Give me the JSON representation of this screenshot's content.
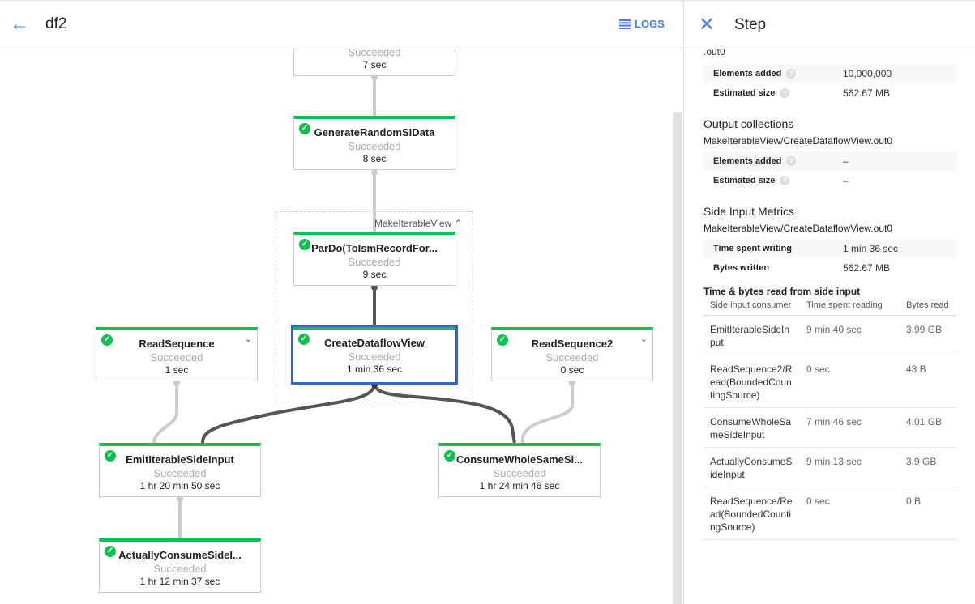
{
  "header": {
    "title": "df2",
    "logs_label": "LOGS",
    "back_icon": "arrow-left-icon",
    "logs_icon": "list-icon"
  },
  "graph": {
    "group_label": "MakeIterableView",
    "nodes": [
      {
        "name": "",
        "status": "Succeeded",
        "duration": "7 sec"
      },
      {
        "name": "GenerateRandomSIData",
        "status": "Succeeded",
        "duration": "8 sec"
      },
      {
        "name": "ParDo(ToIsmRecordFor...",
        "status": "Succeeded",
        "duration": "9 sec"
      },
      {
        "name": "CreateDataflowView",
        "status": "Succeeded",
        "duration": "1 min 36 sec"
      },
      {
        "name": "ReadSequence",
        "status": "Succeeded",
        "duration": "1 sec"
      },
      {
        "name": "ReadSequence2",
        "status": "Succeeded",
        "duration": "0 sec"
      },
      {
        "name": "EmitIterableSideInput",
        "status": "Succeeded",
        "duration": "1 hr 20 min 50 sec"
      },
      {
        "name": "ConsumeWholeSameSi...",
        "status": "Succeeded",
        "duration": "1 hr 24 min 46 sec"
      },
      {
        "name": "ActuallyConsumeSideI...",
        "status": "Succeeded",
        "duration": "1 hr 12 min 37 sec"
      }
    ],
    "colors": {
      "success": "#0cc14d",
      "selected": "#3366cc"
    }
  },
  "panel": {
    "title": "Step",
    "cut_text": ".out0",
    "input_metrics": [
      {
        "k": "Elements added",
        "v": "10,000,000"
      },
      {
        "k": "Estimated size",
        "v": "562.67 MB"
      }
    ],
    "output_title": "Output collections",
    "output_name": "MakeIterableView/CreateDataflowView.out0",
    "output_metrics": [
      {
        "k": "Elements added",
        "v": "–"
      },
      {
        "k": "Estimated size",
        "v": "–"
      }
    ],
    "side_title": "Side Input Metrics",
    "side_name": "MakeIterableView/CreateDataflowView.out0",
    "side_metrics": [
      {
        "k": "Time spent writing",
        "v": "1 min 36 sec"
      },
      {
        "k": "Bytes written",
        "v": "562.67 MB"
      }
    ],
    "read_title": "Time & bytes read from side input",
    "columns": [
      "Side input consumer",
      "Time spent reading",
      "Bytes read"
    ],
    "rows": [
      [
        "EmitIterableSideInput",
        "9 min 40 sec",
        "3.99 GB"
      ],
      [
        "ReadSequence2/Read(BoundedCountingSource)",
        "0 sec",
        "43 B"
      ],
      [
        "ConsumeWholeSameSideInput",
        "7 min 46 sec",
        "4.01 GB"
      ],
      [
        "ActuallyConsumeSideInput",
        "9 min 13 sec",
        "3.9 GB"
      ],
      [
        "ReadSequence/Read(BoundedCountingSource)",
        "0 sec",
        "0 B"
      ]
    ]
  }
}
